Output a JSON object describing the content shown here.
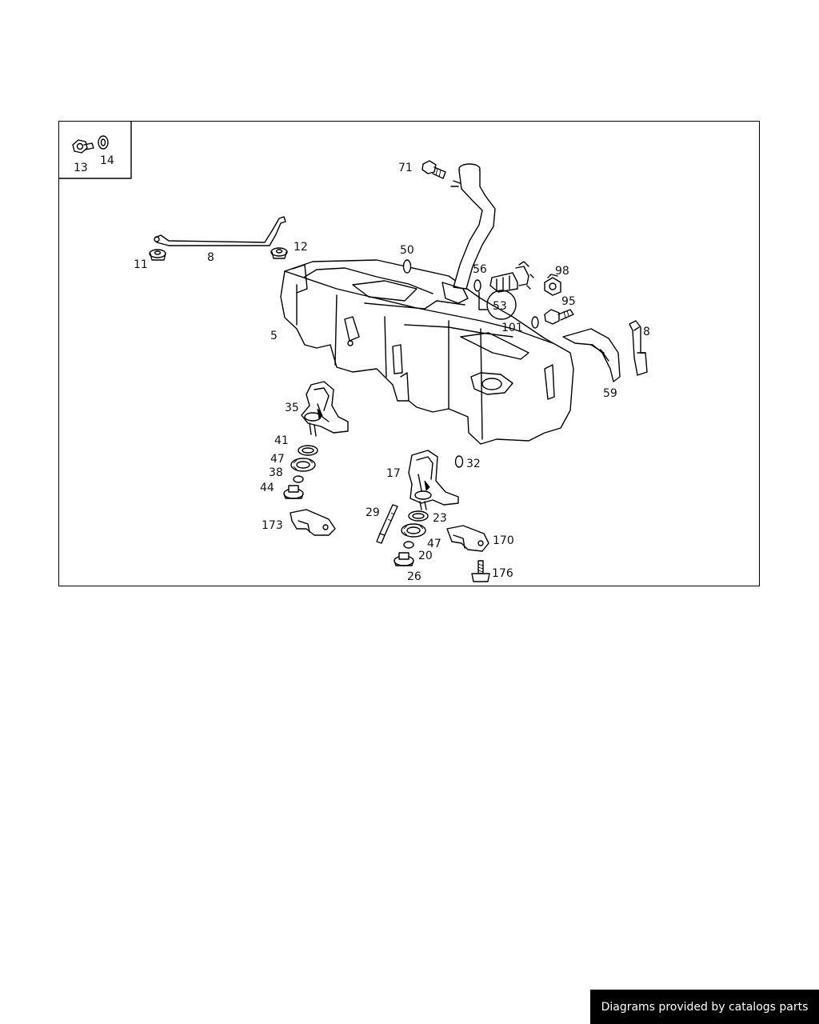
{
  "diagram": {
    "part_labels": [
      "13",
      "14",
      "71",
      "11",
      "8",
      "12",
      "50",
      "56",
      "98",
      "53",
      "95",
      "101",
      "5",
      "8",
      "59",
      "35",
      "41",
      "47",
      "38",
      "44",
      "173",
      "17",
      "32",
      "29",
      "23",
      "47",
      "20",
      "26",
      "170",
      "176"
    ]
  },
  "footer": {
    "credit": "Diagrams provided by catalogs parts"
  },
  "colors": {
    "line": "#000000",
    "background": "#ffffff",
    "footer_bg": "#000000",
    "footer_text": "#ffffff"
  }
}
